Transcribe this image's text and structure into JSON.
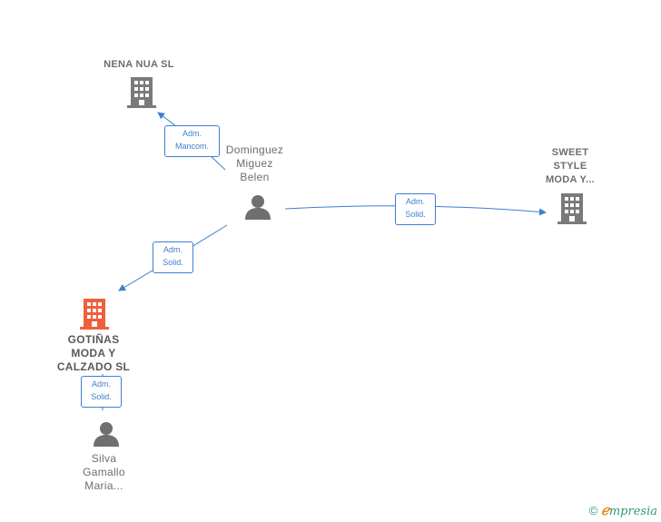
{
  "nodes": {
    "nena_nua": {
      "label": "NENA NUA  SL",
      "type": "company"
    },
    "sweet_style": {
      "label": "SWEET\nSTYLE\nMODA Y...",
      "type": "company"
    },
    "gotinas": {
      "label": "GOTIÑAS\nMODA Y\nCALZADO  SL",
      "type": "company-main"
    },
    "dominguez": {
      "label": "Dominguez\nMiguez\nBelen",
      "type": "person"
    },
    "silva": {
      "label": "Silva\nGamallo\nMaria...",
      "type": "person"
    }
  },
  "edges": {
    "e1": {
      "label": "Adm.\nMancom."
    },
    "e2": {
      "label": "Adm.\nSolid."
    },
    "e3": {
      "label": "Adm.\nSolid."
    },
    "e4": {
      "label": "Adm.\nSolid."
    }
  },
  "colors": {
    "edge": "#3d7fd1",
    "company": "#7a7a7a",
    "company_main": "#f0603a",
    "person": "#6f6f6f"
  },
  "footer": {
    "copyright": "©",
    "brand_e": "ℯ",
    "brand_rest": "mpresia"
  }
}
